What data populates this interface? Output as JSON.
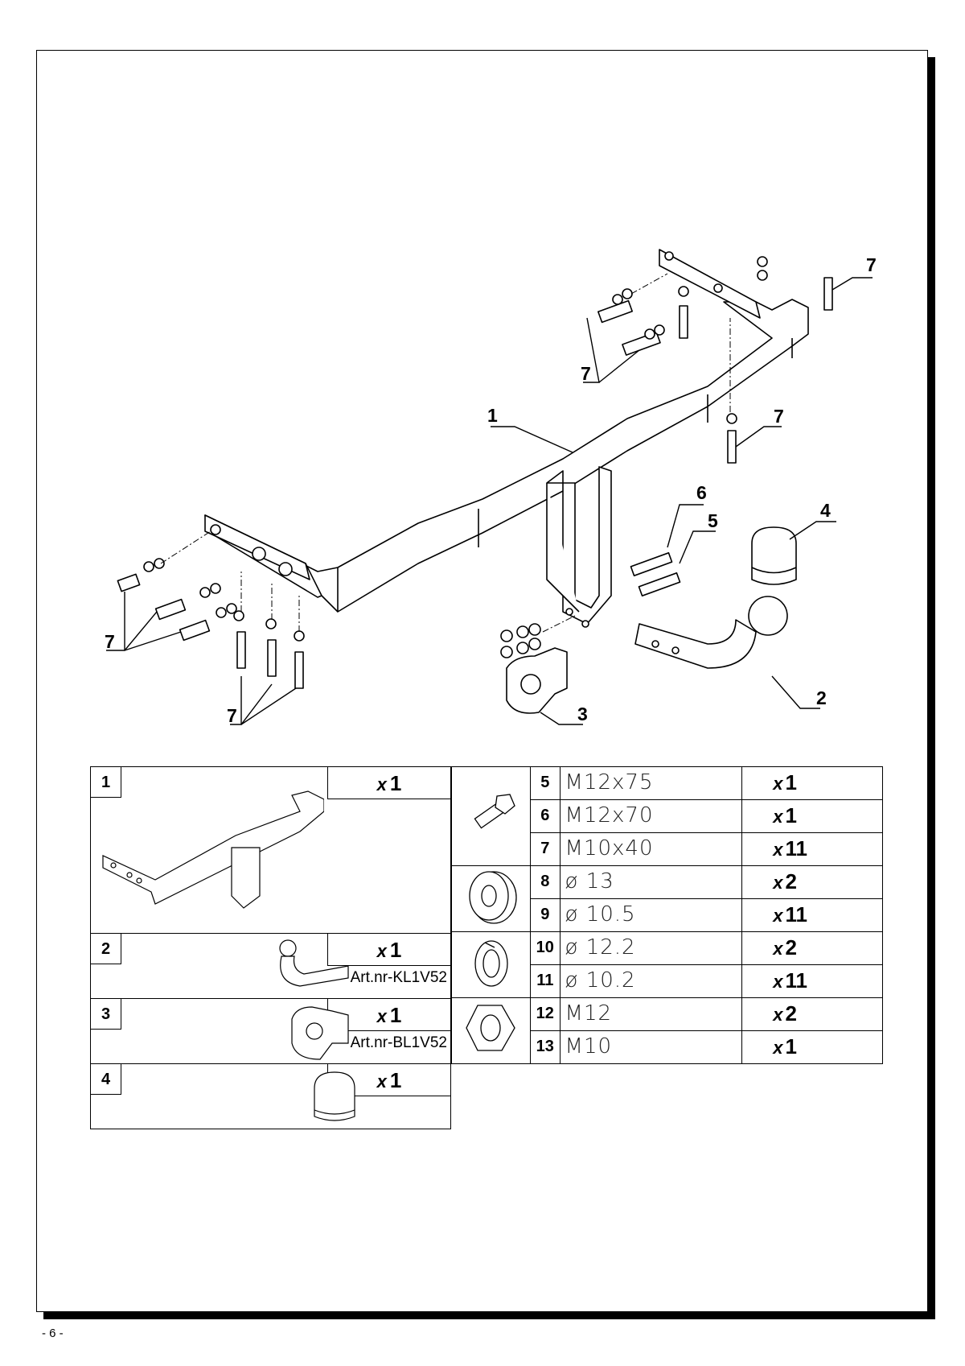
{
  "page_number": "- 6 -",
  "callouts": {
    "c1": "1",
    "c2": "2",
    "c3": "3",
    "c4": "4",
    "c5": "5",
    "c6": "6",
    "c7a": "7",
    "c7b": "7",
    "c7c": "7",
    "c7d": "7",
    "c7e": "7"
  },
  "left_table": [
    {
      "num": "1",
      "qty_prefix": "x",
      "qty": "1",
      "art": ""
    },
    {
      "num": "2",
      "qty_prefix": "x",
      "qty": "1",
      "art": "Art.nr-KL1V52"
    },
    {
      "num": "3",
      "qty_prefix": "x",
      "qty": "1",
      "art": "Art.nr-BL1V52"
    },
    {
      "num": "4",
      "qty_prefix": "x",
      "qty": "1",
      "art": ""
    }
  ],
  "right_table": [
    {
      "num": "5",
      "spec": "M12x75",
      "qty_prefix": "x",
      "qty": "1",
      "icon": "bolt-icon"
    },
    {
      "num": "6",
      "spec": "M12x70",
      "qty_prefix": "x",
      "qty": "1"
    },
    {
      "num": "7",
      "spec": "M10x40",
      "qty_prefix": "x",
      "qty": "11"
    },
    {
      "num": "8",
      "spec": "ø 13",
      "qty_prefix": "x",
      "qty": "2",
      "icon": "flat-washer-icon"
    },
    {
      "num": "9",
      "spec": "ø 10.5",
      "qty_prefix": "x",
      "qty": "11"
    },
    {
      "num": "10",
      "spec": "ø 12.2",
      "qty_prefix": "x",
      "qty": "2",
      "icon": "spring-washer-icon"
    },
    {
      "num": "11",
      "spec": "ø 10.2",
      "qty_prefix": "x",
      "qty": "11"
    },
    {
      "num": "12",
      "spec": "M12",
      "qty_prefix": "x",
      "qty": "2",
      "icon": "hex-nut-icon"
    },
    {
      "num": "13",
      "spec": "M10",
      "qty_prefix": "x",
      "qty": "1"
    }
  ]
}
